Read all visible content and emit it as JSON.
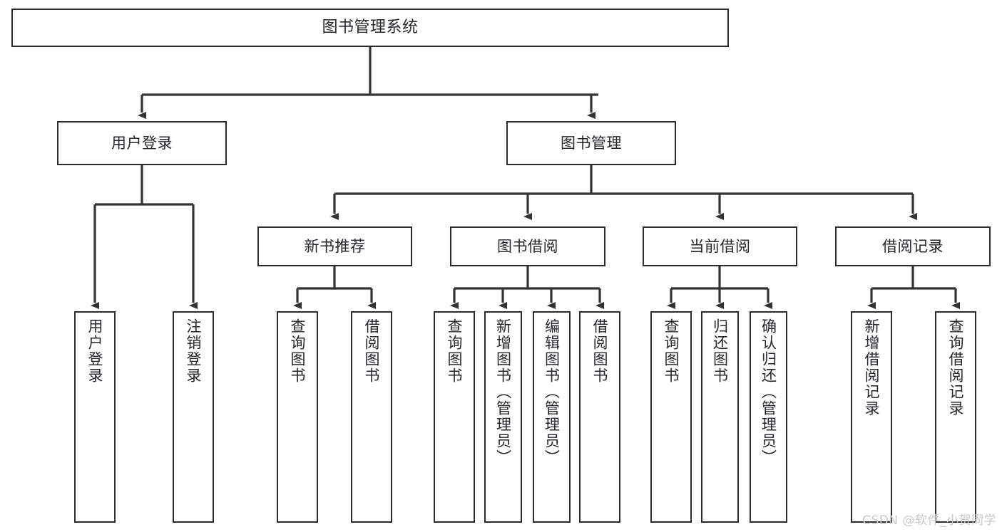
{
  "diagram": {
    "type": "tree",
    "title": "图书管理系统",
    "style": {
      "node_fill": "#ffffff",
      "node_stroke": "#2b2b2b",
      "text_color": "#26262b",
      "edge_color": "#333333",
      "background": "#ffffff"
    },
    "nodes": {
      "root": {
        "label": "图书管理系统",
        "orientation": "horizontal"
      },
      "l2": [
        {
          "id": "user_login",
          "label": "用户登录",
          "orientation": "horizontal"
        },
        {
          "id": "book_manage",
          "label": "图书管理",
          "orientation": "horizontal"
        }
      ],
      "l3": [
        {
          "id": "new_book_rec",
          "label": "新书推荐",
          "orientation": "horizontal",
          "parent": "book_manage"
        },
        {
          "id": "book_borrow",
          "label": "图书借阅",
          "orientation": "horizontal",
          "parent": "book_manage"
        },
        {
          "id": "current_borrow",
          "label": "当前借阅",
          "orientation": "horizontal",
          "parent": "book_manage"
        },
        {
          "id": "borrow_record",
          "label": "借阅记录",
          "orientation": "horizontal",
          "parent": "book_manage"
        }
      ],
      "leaves": [
        {
          "id": "leaf_user_login",
          "label": "用户登录",
          "orientation": "vertical",
          "parent": "user_login"
        },
        {
          "id": "leaf_user_logout",
          "label": "注销登录",
          "orientation": "vertical",
          "parent": "user_login"
        },
        {
          "id": "leaf_query_book_1",
          "label": "查询图书",
          "orientation": "vertical",
          "parent": "new_book_rec"
        },
        {
          "id": "leaf_borrow_book_1",
          "label": "借阅图书",
          "orientation": "vertical",
          "parent": "new_book_rec"
        },
        {
          "id": "leaf_query_book_2",
          "label": "查询图书",
          "orientation": "vertical",
          "parent": "book_borrow"
        },
        {
          "id": "leaf_add_book",
          "label": "新增图书（管理员）",
          "orientation": "vertical",
          "parent": "book_borrow"
        },
        {
          "id": "leaf_edit_book",
          "label": "编辑图书（管理员）",
          "orientation": "vertical",
          "parent": "book_borrow"
        },
        {
          "id": "leaf_borrow_book_2",
          "label": "借阅图书",
          "orientation": "vertical",
          "parent": "book_borrow"
        },
        {
          "id": "leaf_query_book_3",
          "label": "查询图书",
          "orientation": "vertical",
          "parent": "current_borrow"
        },
        {
          "id": "leaf_return_book",
          "label": "归还图书",
          "orientation": "vertical",
          "parent": "current_borrow"
        },
        {
          "id": "leaf_confirm_return",
          "label": "确认归还（管理员）",
          "orientation": "vertical",
          "parent": "current_borrow"
        },
        {
          "id": "leaf_add_record",
          "label": "新增借阅记录",
          "orientation": "vertical",
          "parent": "borrow_record"
        },
        {
          "id": "leaf_query_record",
          "label": "查询借阅记录",
          "orientation": "vertical",
          "parent": "borrow_record"
        }
      ]
    }
  },
  "watermark": {
    "text": "CSDN @软件_小贺同学"
  }
}
